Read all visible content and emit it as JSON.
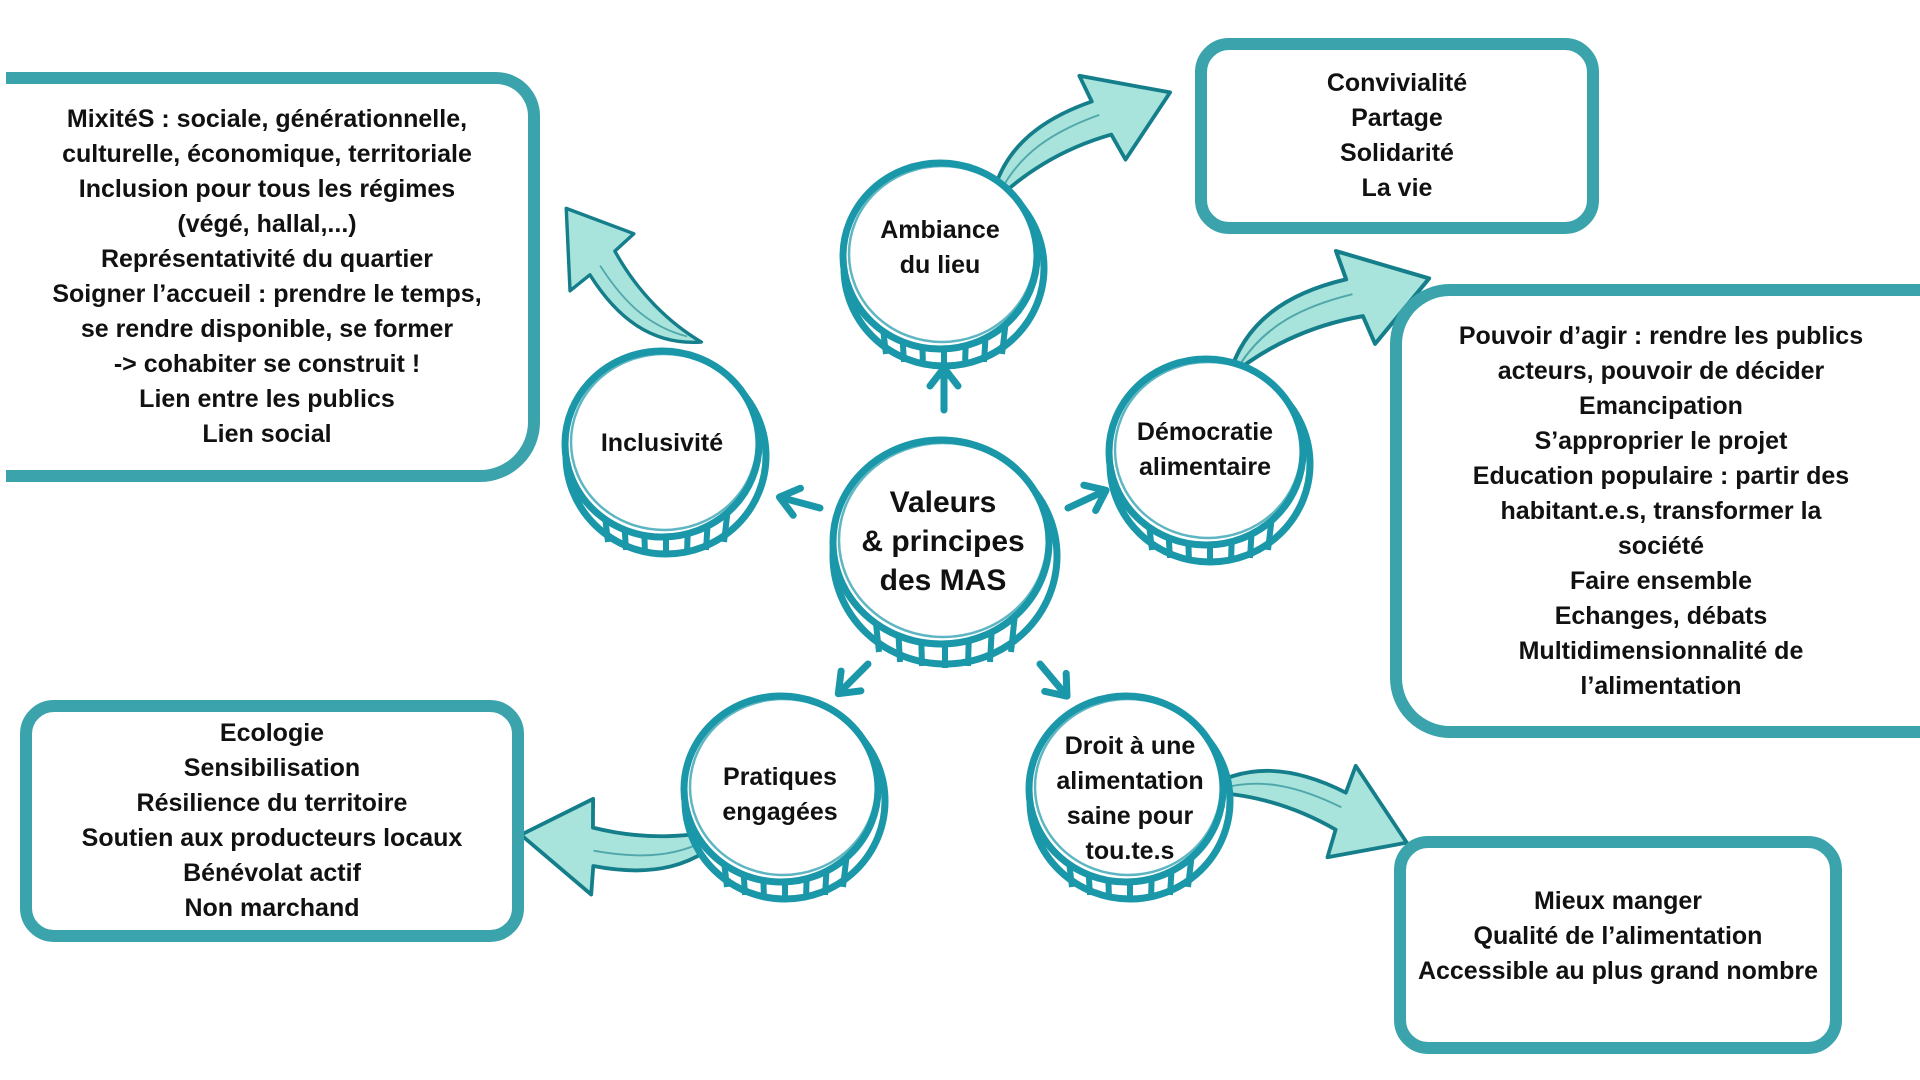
{
  "colors": {
    "teal": "#1a97a8",
    "teal_dark": "#167f8d",
    "box_border": "#3aa3ab",
    "arrow_fill": "#a8e3dc",
    "arrow_stroke": "#157e8b",
    "text": "#111111"
  },
  "center": {
    "label": "Valeurs\n& principes\ndes MAS"
  },
  "nodes": {
    "ambiance": {
      "label": "Ambiance\ndu lieu"
    },
    "inclusivite": {
      "label": "Inclusivité"
    },
    "democratie": {
      "label": "Démocratie\nalimentaire"
    },
    "pratiques": {
      "label": "Pratiques\nengagées"
    },
    "droit": {
      "label": "Droit à une\nalimentation\nsaine pour\ntou.te.s"
    }
  },
  "boxes": {
    "inclusivite": {
      "lines": [
        "MixitéS : sociale, générationnelle,",
        "culturelle, économique, territoriale",
        "Inclusion pour tous les régimes",
        "(végé, hallal,...)",
        "Représentativité du quartier",
        "Soigner l’accueil : prendre le temps,",
        "se rendre disponible, se former",
        "-> cohabiter se construit !",
        "Lien entre les publics",
        "Lien social"
      ]
    },
    "ambiance": {
      "lines": [
        "Convivialité",
        "Partage",
        "Solidarité",
        "La vie"
      ]
    },
    "democratie": {
      "lines": [
        "Pouvoir d’agir : rendre les publics",
        "acteurs, pouvoir de décider",
        "Emancipation",
        "S’approprier le projet",
        "Education populaire : partir des",
        "habitant.e.s, transformer la",
        "société",
        "Faire ensemble",
        "Echanges, débats",
        "Multidimensionnalité de",
        "l’alimentation"
      ]
    },
    "pratiques": {
      "lines": [
        "Ecologie",
        "Sensibilisation",
        "Résilience du territoire",
        "Soutien aux producteurs locaux",
        "Bénévolat actif",
        "Non marchand"
      ]
    },
    "droit": {
      "lines": [
        "Mieux manger",
        "Qualité de l’alimentation",
        "Accessible au plus grand nombre"
      ]
    }
  }
}
